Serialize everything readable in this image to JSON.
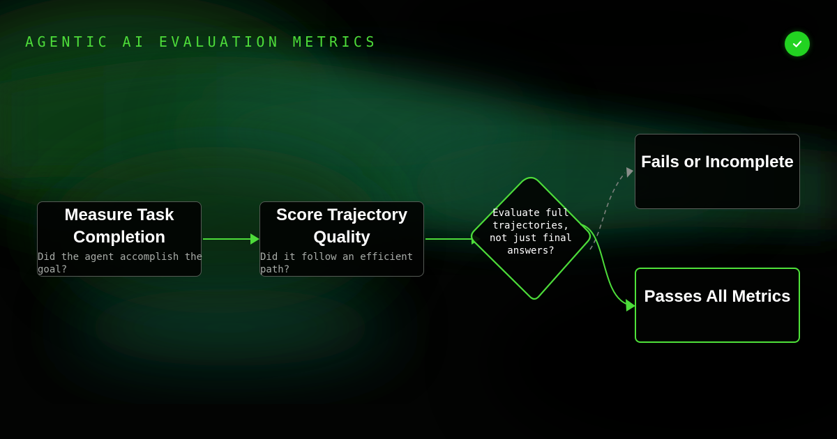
{
  "header": {
    "title": "AGENTIC AI EVALUATION METRICS",
    "status_icon": "check-icon",
    "status_color": "#22d321"
  },
  "colors": {
    "accent": "#4ddc3a",
    "background": "#030403",
    "node_border": "#555a55",
    "dashed_edge": "#7c807c"
  },
  "diagram": {
    "nodes": {
      "measure": {
        "title": "Measure Task Completion",
        "description": "Did the agent accomplish the goal?"
      },
      "score": {
        "title": "Score Trajectory Quality",
        "description": "Did it follow an efficient path?"
      },
      "decision": {
        "label": "Evaluate full trajectories, not just final answers?"
      },
      "fails": {
        "title": "Fails or Incomplete"
      },
      "passes": {
        "title": "Passes All Metrics"
      }
    },
    "edges": [
      {
        "from": "measure",
        "to": "score",
        "style": "solid"
      },
      {
        "from": "score",
        "to": "decision",
        "style": "solid"
      },
      {
        "from": "decision",
        "to": "fails",
        "style": "dashed"
      },
      {
        "from": "decision",
        "to": "passes",
        "style": "solid"
      }
    ]
  }
}
